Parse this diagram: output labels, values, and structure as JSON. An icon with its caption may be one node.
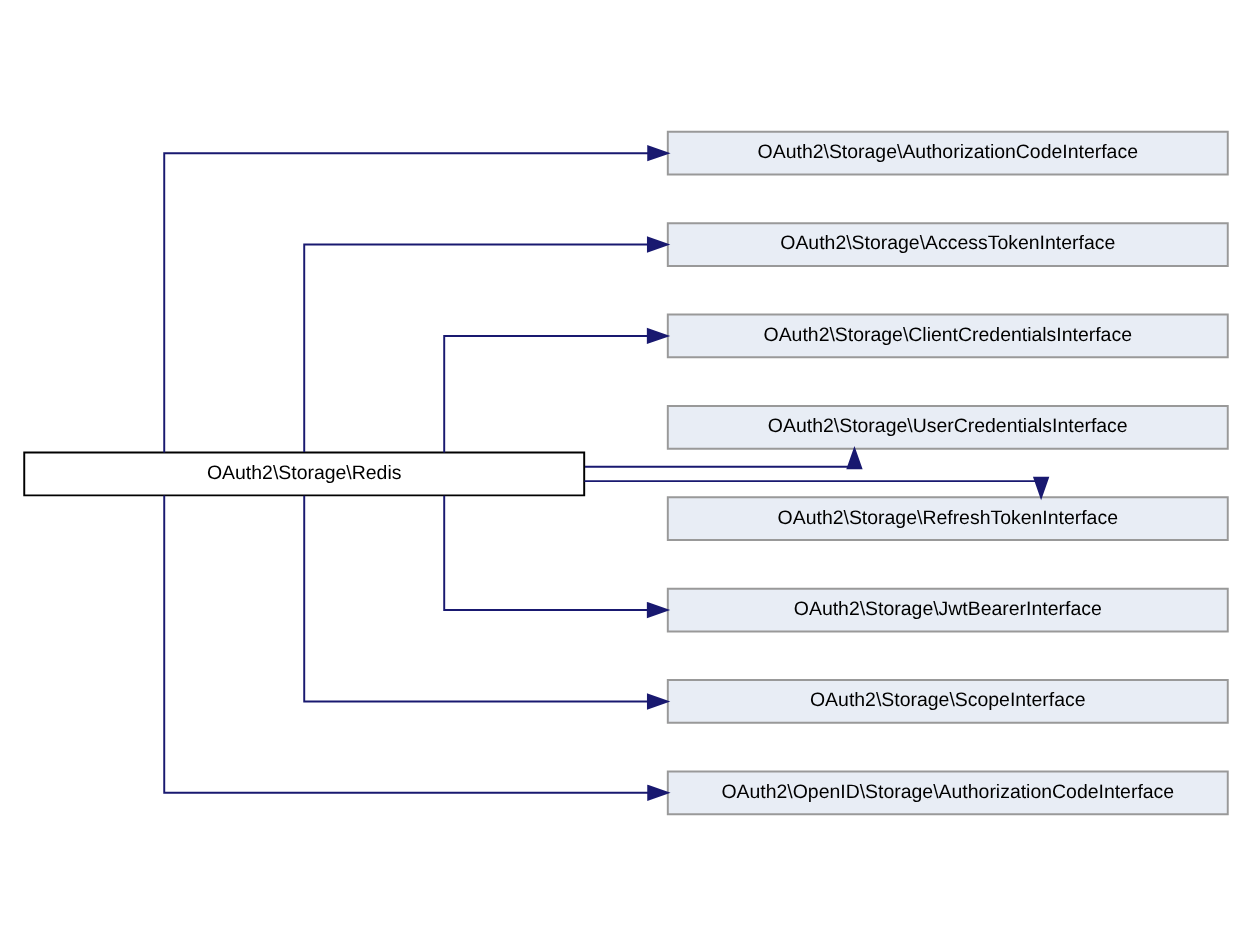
{
  "diagram": {
    "nodes": [
      {
        "text": [
          "OAuth2\\Storage\\AuthorizationCodeInterface"
        ]
      },
      {
        "text": [
          "OAuth2\\Storage\\AccessTokenInterface"
        ]
      },
      {
        "text": [
          "OAuth2\\Storage\\ClientCredentialsInterface"
        ]
      },
      {
        "text": [
          "OAuth2\\Storage\\UserCredentialsInterface"
        ]
      },
      {
        "text": [
          "OAuth2\\Storage\\RefreshTokenInterface"
        ]
      },
      {
        "text": [
          "OAuth2\\Storage\\JwtBearerInterface"
        ]
      },
      {
        "text": [
          "OAuth2\\Storage\\ScopeInterface"
        ]
      },
      {
        "text": [
          "OAuth2\\OpenID\\Storage\\AuthorizationCodeInterface"
        ]
      },
      {
        "text": [
          "OAuth2\\Storage\\Redis"
        ]
      }
    ],
    "edges": [
      {
        "from": 8,
        "to": 0,
        "arrow": "to"
      },
      {
        "from": 8,
        "to": 1,
        "arrow": "to"
      },
      {
        "from": 8,
        "to": 2,
        "arrow": "to"
      },
      {
        "from": 8,
        "to": 3,
        "arrow": "to"
      },
      {
        "from": 8,
        "to": 4,
        "arrow": "to"
      },
      {
        "from": 8,
        "to": 5,
        "arrow": "to"
      },
      {
        "from": 8,
        "to": 6,
        "arrow": "to"
      },
      {
        "from": 8,
        "to": 7,
        "arrow": "to"
      }
    ]
  }
}
